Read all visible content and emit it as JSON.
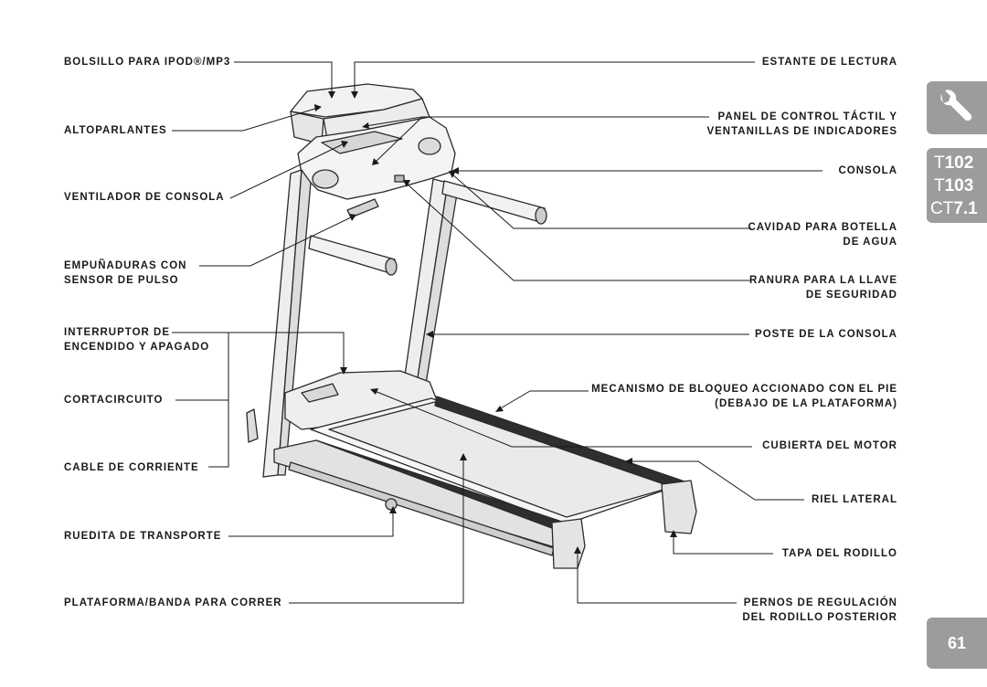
{
  "left_labels": [
    {
      "id": "bolsillo",
      "lines": [
        "BOLSILLO PARA iPOD®/MP3"
      ]
    },
    {
      "id": "altoparlantes",
      "lines": [
        "ALTOPARLANTES"
      ]
    },
    {
      "id": "ventilador",
      "lines": [
        "VENTILADOR DE CONSOLA"
      ]
    },
    {
      "id": "empunaduras",
      "lines": [
        "EMPUÑADURAS CON",
        "SENSOR DE PULSO"
      ]
    },
    {
      "id": "interruptor",
      "lines": [
        "INTERRUPTOR DE",
        "ENCENDIDO Y APAGADO"
      ]
    },
    {
      "id": "cortacircuito",
      "lines": [
        "CORTACIRCUITO"
      ]
    },
    {
      "id": "cable",
      "lines": [
        "CABLE DE CORRIENTE"
      ]
    },
    {
      "id": "ruedita",
      "lines": [
        "RUEDITA DE TRANSPORTE"
      ]
    },
    {
      "id": "plataforma",
      "lines": [
        "PLATAFORMA/BANDA PARA CORRER"
      ]
    }
  ],
  "right_labels": [
    {
      "id": "estante",
      "lines": [
        "ESTANTE DE LECTURA"
      ]
    },
    {
      "id": "panel",
      "lines": [
        "PANEL DE CONTROL TÁCTIL Y",
        "VENTANILLAS DE INDICADORES"
      ]
    },
    {
      "id": "consola",
      "lines": [
        "CONSOLA"
      ]
    },
    {
      "id": "cavidad",
      "lines": [
        "CAVIDAD PARA BOTELLA",
        "DE AGUA"
      ]
    },
    {
      "id": "ranura",
      "lines": [
        "RANURA PARA LA LLAVE",
        "DE SEGURIDAD"
      ]
    },
    {
      "id": "poste",
      "lines": [
        "POSTE DE LA CONSOLA"
      ]
    },
    {
      "id": "mecanismo",
      "lines": [
        "MECANISMO DE BLOQUEO ACCIONADO CON EL PIE",
        "(DEBAJO DE LA PLATAFORMA)"
      ]
    },
    {
      "id": "cubierta",
      "lines": [
        "CUBIERTA DEL MOTOR"
      ]
    },
    {
      "id": "riel",
      "lines": [
        "RIEL LATERAL"
      ]
    },
    {
      "id": "tapa",
      "lines": [
        "TAPA DEL RODILLO"
      ]
    },
    {
      "id": "pernos",
      "lines": [
        "PERNOS DE REGULACIÓN",
        "DEL RODILLO POSTERIOR"
      ]
    }
  ],
  "side_tabs": {
    "tool_icon": "wrench-icon",
    "models": [
      {
        "prefix": "T",
        "number": "102"
      },
      {
        "prefix": "T",
        "number": "103"
      },
      {
        "prefix": "CT",
        "number": "7.1"
      }
    ],
    "page_number": "61"
  },
  "colors": {
    "text": "#1a1a1a",
    "tab_gray": "#9c9c9c",
    "line": "#1a1a1a"
  }
}
